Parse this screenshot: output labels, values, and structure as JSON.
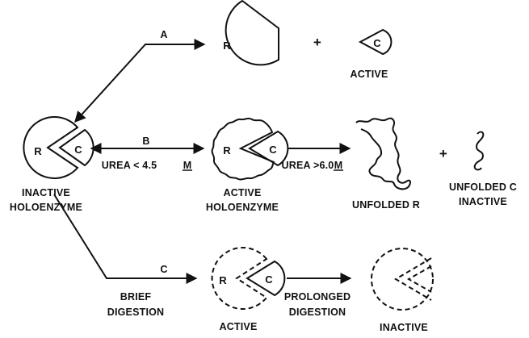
{
  "steps": {
    "a": "A",
    "b": "B",
    "c": "C"
  },
  "subunits": {
    "regulatory": "R",
    "catalytic": "C"
  },
  "top": {
    "plus": "+",
    "active": "ACTIVE"
  },
  "middle": {
    "urea_low": "UREA < 4.5",
    "urea_low_unit": "M",
    "urea_high": "UREA >6.0",
    "urea_high_unit": "M",
    "inactive_holoenzyme_line1": "INACTIVE",
    "inactive_holoenzyme_line2": "HOLOENZYME",
    "active_holoenzyme_line1": "ACTIVE",
    "active_holoenzyme_line2": "HOLOENZYME",
    "unfolded_r": "UNFOLDED R",
    "plus": "+",
    "unfolded_c_line1": "UNFOLDED C",
    "unfolded_c_line2": "INACTIVE"
  },
  "bottom": {
    "brief_line1": "BRIEF",
    "brief_line2": "DIGESTION",
    "prolonged_line1": "PROLONGED",
    "prolonged_line2": "DIGESTION",
    "active": "ACTIVE",
    "inactive": "INACTIVE"
  }
}
